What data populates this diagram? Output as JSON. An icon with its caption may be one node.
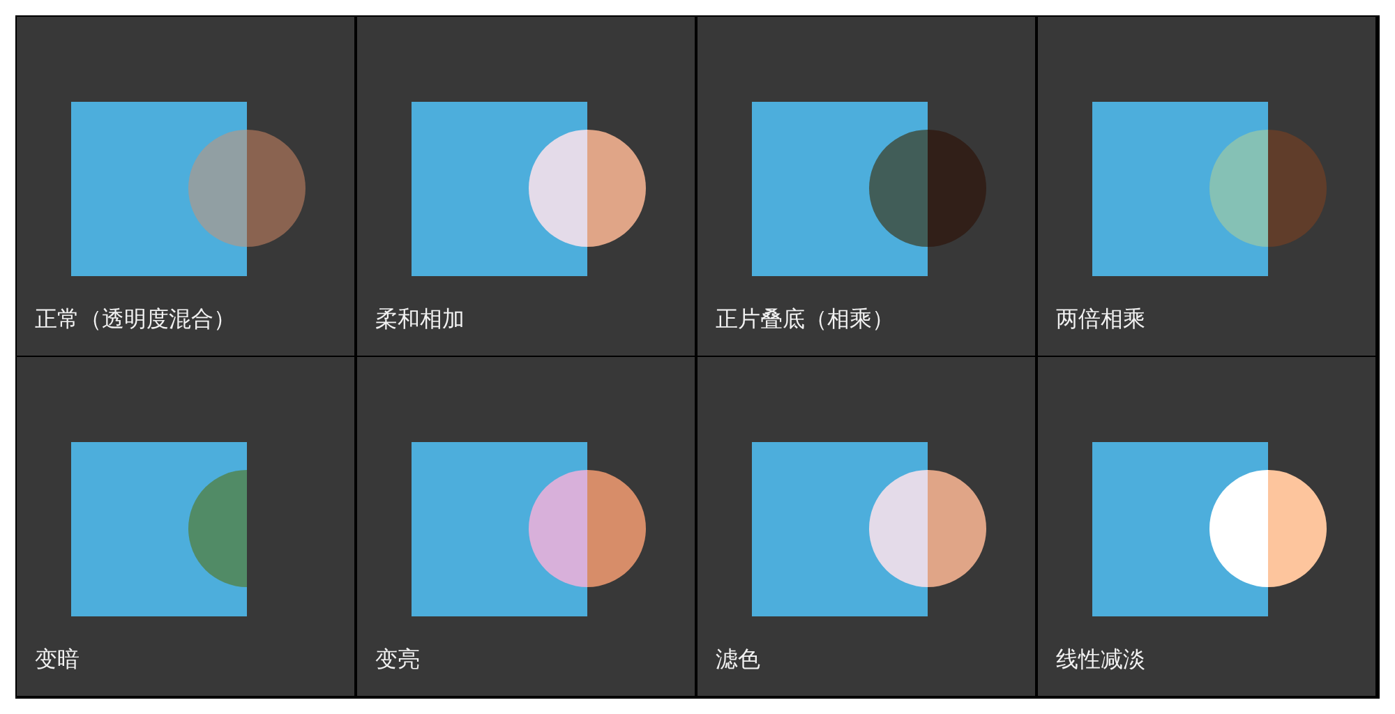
{
  "diagram": {
    "nodes": [
      {
        "text": [
          "正常（透明度混合）"
        ]
      },
      {
        "text": [
          "柔和相加"
        ]
      },
      {
        "text": [
          "正片叠底（相乘）"
        ]
      },
      {
        "text": [
          "两倍相乘"
        ]
      },
      {
        "text": [
          "变暗"
        ]
      },
      {
        "text": [
          "变亮"
        ]
      },
      {
        "text": [
          "滤色"
        ]
      },
      {
        "text": [
          "线性减淡"
        ]
      }
    ]
  }
}
